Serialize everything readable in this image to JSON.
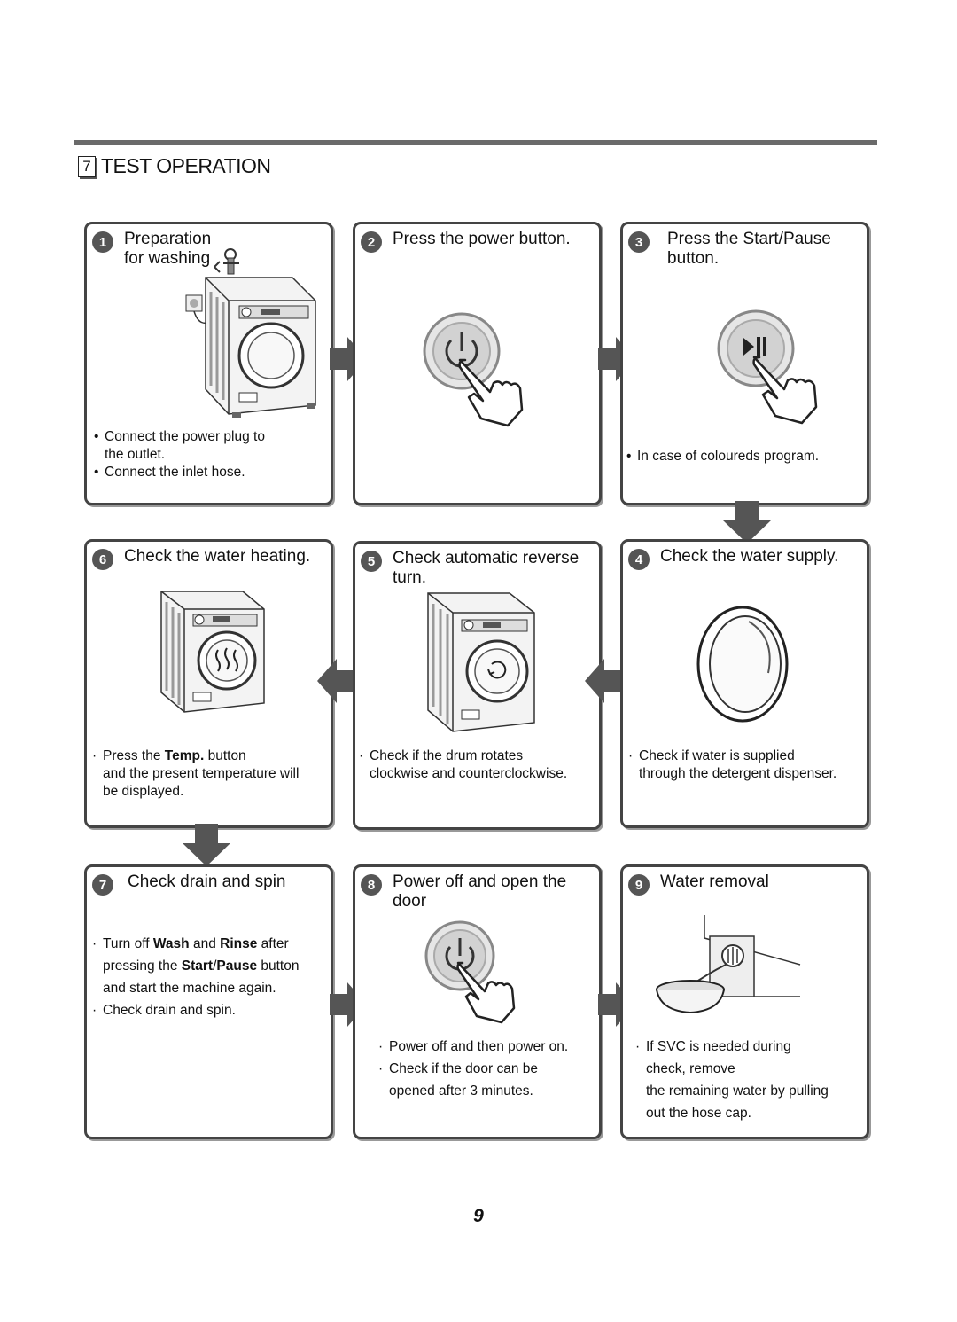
{
  "section": {
    "number": "7",
    "title": "TEST OPERATION"
  },
  "steps": {
    "s1": {
      "num": "1",
      "title": "Preparation\nfor washing",
      "notes": [
        {
          "marker": "•",
          "text": "Connect the power plug to\nthe outlet."
        },
        {
          "marker": "•",
          "text": "Connect the inlet hose."
        }
      ]
    },
    "s2": {
      "num": "2",
      "title": "Press the power button."
    },
    "s3": {
      "num": "3",
      "title": "Press the Start/Pause\nbutton.",
      "notes": [
        {
          "marker": "•",
          "text": "In case of coloureds program."
        }
      ]
    },
    "s4": {
      "num": "4",
      "title": "Check the water supply.",
      "notes": [
        {
          "marker": "·",
          "text": "Check if water is supplied\nthrough the detergent dispenser."
        }
      ]
    },
    "s5": {
      "num": "5",
      "title": "Check automatic reverse\nturn.",
      "notes": [
        {
          "marker": "·",
          "text": "Check if the drum rotates\nclockwise and  counterclockwise."
        }
      ]
    },
    "s6": {
      "num": "6",
      "title": "Check the water heating.",
      "note_parts": {
        "marker": "·",
        "pre": "Press the ",
        "bold": "Temp.",
        "post": " button\nand  the present temperature will\nbe displayed."
      }
    },
    "s7": {
      "num": "7",
      "title": "Check drain and spin",
      "note_parts": {
        "marker": "·",
        "a": "Turn off ",
        "b": "Wash",
        "c": " and ",
        "d": "Rinse",
        "e": " after\npressing the ",
        "f": "Start",
        "g": "/",
        "h": "Pause",
        "i": " button\nand start the machine again."
      },
      "notes": [
        {
          "marker": "·",
          "text": "Check drain and spin."
        }
      ]
    },
    "s8": {
      "num": "8",
      "title": "Power off and open the\ndoor",
      "notes": [
        {
          "marker": "·",
          "text": "Power off and then power on."
        },
        {
          "marker": "·",
          "text": "Check if the door can be\nopened after 3 minutes."
        }
      ]
    },
    "s9": {
      "num": "9",
      "title": "Water removal",
      "notes": [
        {
          "marker": "·",
          "text": "If SVC is needed during\ncheck, remove"
        },
        {
          "marker": "",
          "text": "the remaining water by pulling\nout the hose cap."
        }
      ]
    }
  },
  "page_number": "9"
}
